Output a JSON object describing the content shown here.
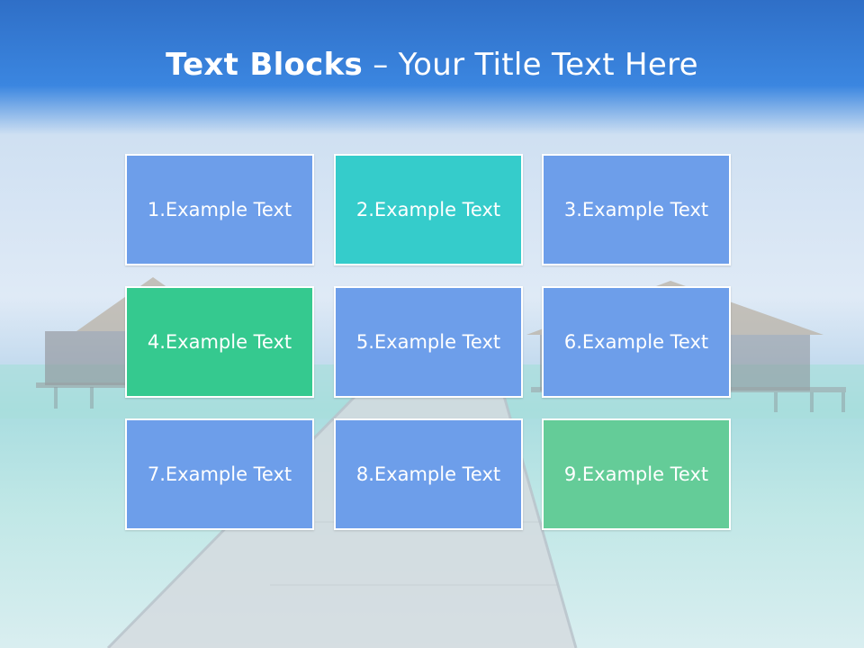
{
  "title": {
    "bold": "Text Blocks",
    "separator": " – ",
    "rest": "Your Title Text Here"
  },
  "blocks": [
    {
      "label": "1.Example Text",
      "color": "#6d9eea"
    },
    {
      "label": "2.Example Text",
      "color": "#35cccb"
    },
    {
      "label": "3.Example Text",
      "color": "#6d9eea"
    },
    {
      "label": "4.Example Text",
      "color": "#35c98f"
    },
    {
      "label": "5.Example Text",
      "color": "#6d9eea"
    },
    {
      "label": "6.Example Text",
      "color": "#6d9eea"
    },
    {
      "label": "7.Example Text",
      "color": "#6d9eea"
    },
    {
      "label": "8.Example Text",
      "color": "#6d9eea"
    },
    {
      "label": "9.Example Text",
      "color": "#64cc98"
    }
  ],
  "colors": {
    "title_text": "#ffffff",
    "header_blue": "#3b86e0"
  }
}
